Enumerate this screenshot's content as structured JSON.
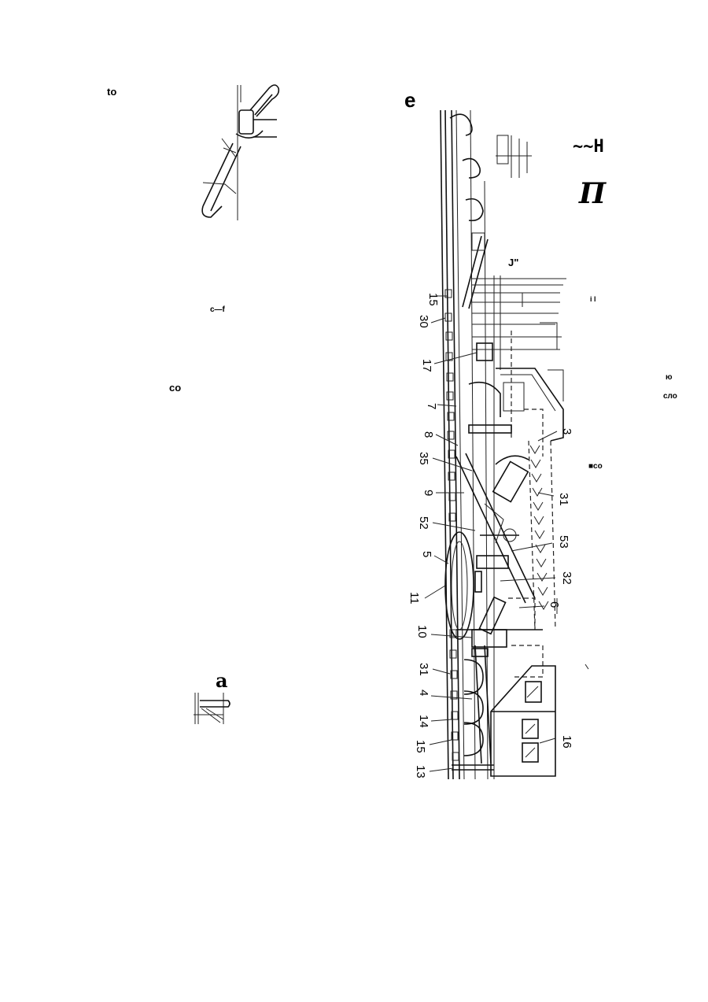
{
  "labels": {
    "to": "to",
    "cf": "c—f",
    "co": "co",
    "a": "a",
    "e": "e",
    "tildeH": "~~H",
    "Pi": "П",
    "J": "J\"",
    "il": "i  l",
    "yu": "ю",
    "slo": "сло",
    "sco": "■co"
  },
  "callouts": [
    "15",
    "30",
    "17",
    "7",
    "8",
    "35",
    "9",
    "52",
    "5",
    "11",
    "10",
    "31",
    "4",
    "14",
    "15",
    "13",
    "3",
    "31",
    "53",
    "32",
    "6",
    "16"
  ]
}
